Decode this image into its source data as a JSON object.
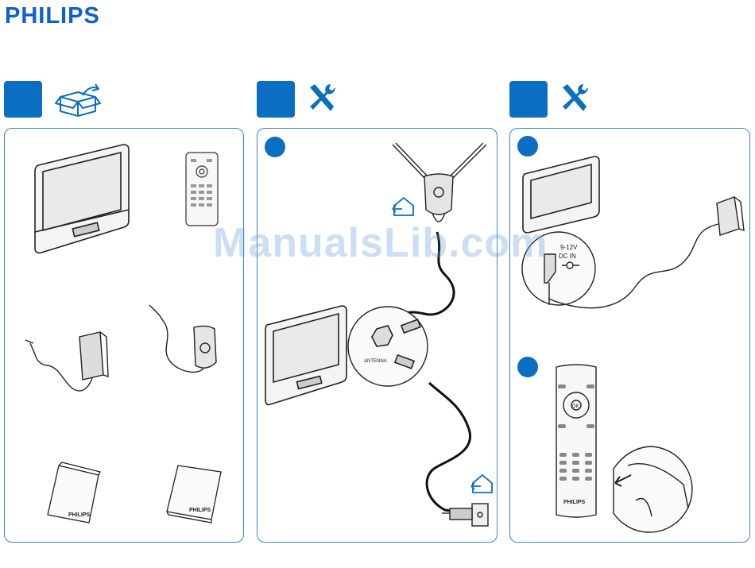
{
  "brand": "PHILIPS",
  "watermark": "ManualsLib.com",
  "colors": {
    "accent": "#0a6fc2",
    "panel_border": "#2f88d6"
  },
  "steps": [
    {
      "icon": "open-box-icon"
    },
    {
      "icon": "tools-icon"
    },
    {
      "icon": "tools-icon"
    }
  ],
  "connector_labels": {
    "antenna": "ANTENNA",
    "dc_voltage": "9-12V",
    "dc_in": "DC IN"
  },
  "device_labels": {
    "remote_ok": "OK",
    "booklet_brand": "PHILIPS",
    "remote_brand": "PHILIPS"
  }
}
